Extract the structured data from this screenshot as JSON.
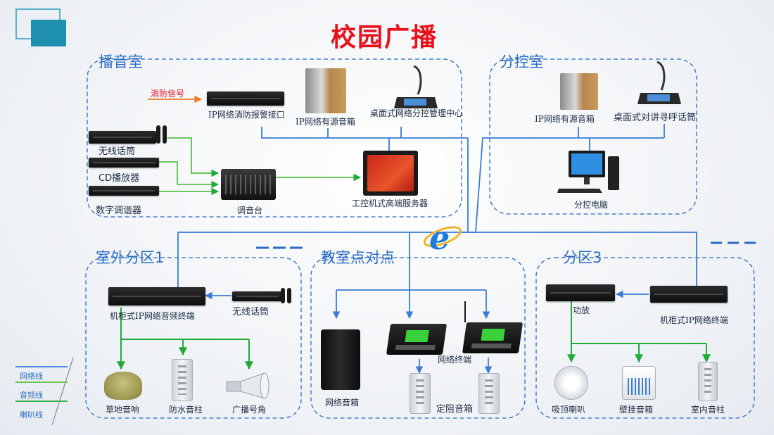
{
  "title": "校园广播",
  "zones": {
    "broadcast_room": "播音室",
    "sub_control_room": "分控室",
    "outdoor_zone": "室外分区1",
    "classroom_p2p": "教室点对点",
    "zone3": "分区3"
  },
  "labels": {
    "fire_signal": "消防信号",
    "fire_alarm_interface": "IP网络消防报警接口",
    "ip_active_speaker": "IP网络有源音箱",
    "desktop_control_center": "桌面式网络分控管理中心",
    "wireless_mic": "无线话筒",
    "cd_player": "CD播放器",
    "digital_tuner": "数字调谐器",
    "mixer": "调音台",
    "ipc_server": "工控机式高端服务器",
    "sub_ip_active_speaker": "IP网络有源音箱",
    "desktop_intercom_mic": "桌面式对讲寻呼话筒",
    "sub_pc": "分控电脑",
    "rack_ip_audio_terminal": "机柜式IP网络音频终端",
    "outdoor_wireless_mic": "无线话筒",
    "lawn_speaker": "草地音响",
    "waterproof_column": "防水音柱",
    "horn": "广播号角",
    "network_speaker": "网络音箱",
    "network_terminal": "网络终端",
    "constant_resistance_speaker": "定阻音箱",
    "amplifier": "功放",
    "rack_ip_terminal": "机柜式IP网络终端",
    "ceiling_speaker": "吸顶喇叭",
    "wall_speaker": "壁挂音箱",
    "indoor_column": "室内音柱"
  },
  "legend": {
    "network_line": "网络线",
    "audio_line": "音频线",
    "speaker_line": "喇叭线"
  },
  "colors": {
    "network": "#3a7bd5",
    "audio": "#58c04a",
    "speaker": "#1faa3a",
    "fire": "#f07b2a",
    "zone_border": "#2a6cc4",
    "title": "#e8101b"
  },
  "icons": [
    "ie-browser-icon",
    "company-logo-icon"
  ]
}
